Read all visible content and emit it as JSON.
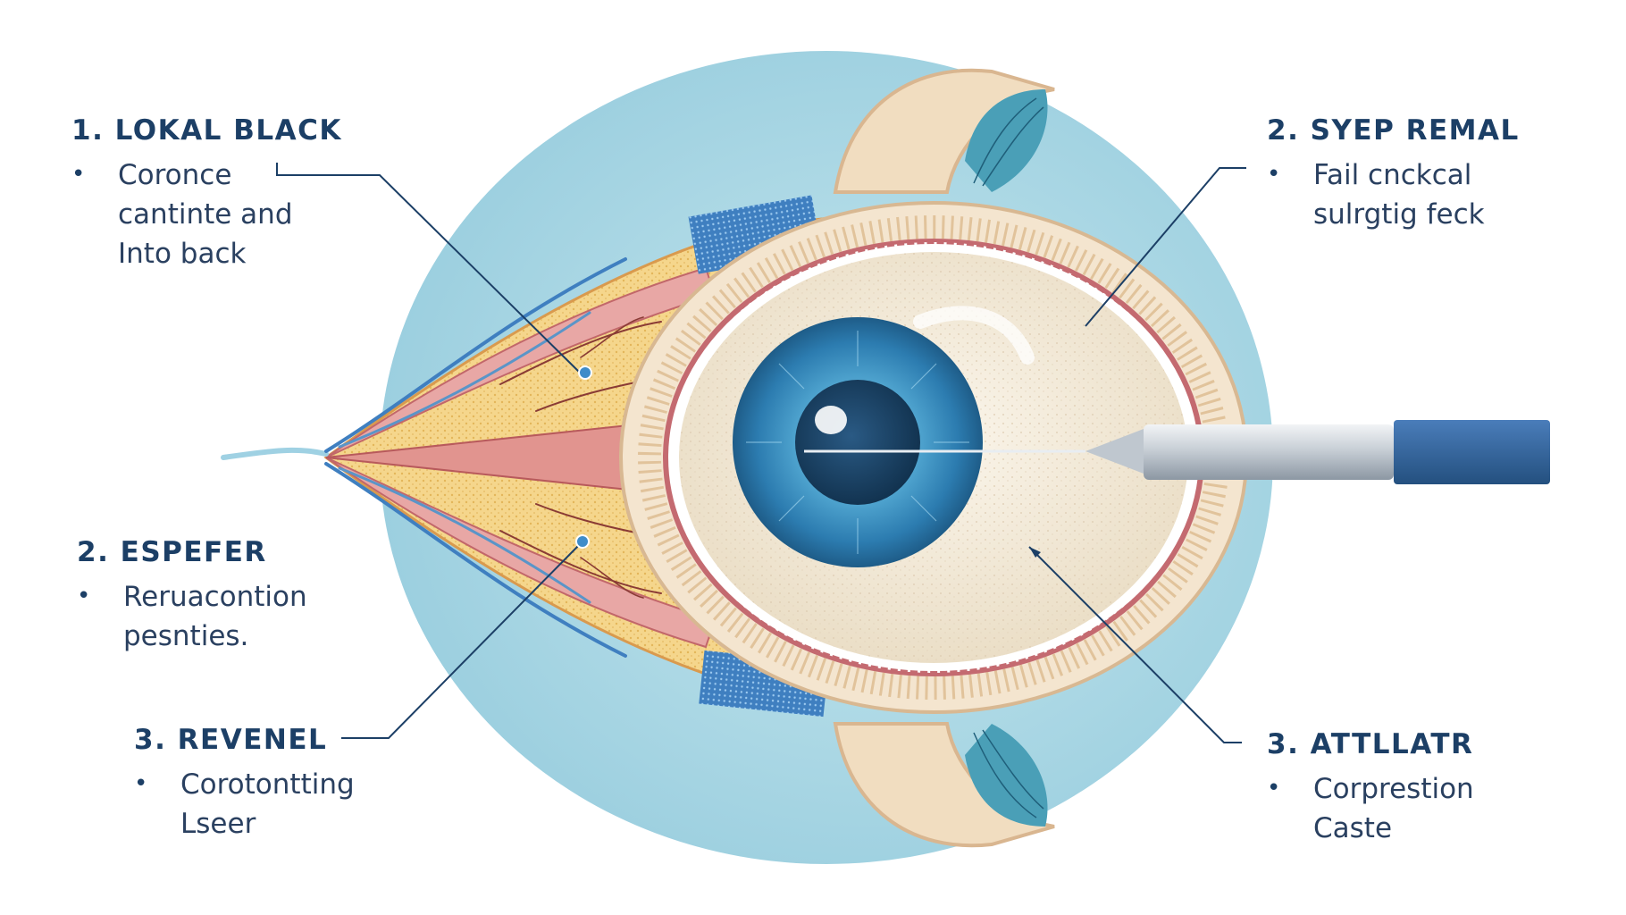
{
  "callouts": [
    {
      "id": "lokal-black",
      "number": "1.",
      "title": "LOKAL BLACK",
      "body": "Coronce\ncantinte and\nInto back"
    },
    {
      "id": "syep-remal",
      "number": "2.",
      "title": "SYEP REMAL",
      "body": "Fail cnckcal\nsulrgtig feck"
    },
    {
      "id": "espefer",
      "number": "2.",
      "title": "ESPEFER",
      "body": "Reruacontion\npesnties."
    },
    {
      "id": "revenel",
      "number": "3.",
      "title": "REVENEL",
      "body": "Corotontting\nLseer"
    },
    {
      "id": "attllatr",
      "number": "3.",
      "title": "ATTLLATR",
      "body": "Corprestion\nCaste"
    }
  ],
  "bullet_glyph": "•",
  "colors": {
    "outer_blue": "#a9d6e3",
    "tissue_yellow": "#f4d48a",
    "sclera": "#f1e7d6",
    "iris": "#2e7fae",
    "pupil": "#173c5c",
    "text": "#1c3f66",
    "instrument_handle": "#2d5f9a"
  },
  "icons": [
    "eye-cross-section-illustration",
    "surgical-probe-icon"
  ]
}
